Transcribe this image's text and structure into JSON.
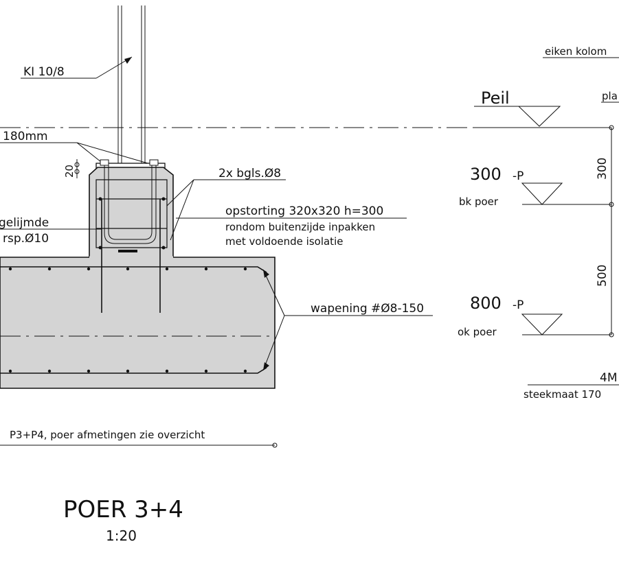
{
  "labels": {
    "anchor_bolt": "KI 10/8",
    "dim_180": "180mm",
    "dim_20": "20",
    "glued": "gelijmde",
    "glued_sp": "rsp.Ø10",
    "stirrups": "2x bgls.Ø8",
    "pour_1": "opstorting 320x320 h=300",
    "pour_2": "rondom buitenzijde inpakken",
    "pour_3": "met voldoende isolatie",
    "reinforcement": "wapening #Ø8-150",
    "note": "P3+P4, poer afmetingen zie overzicht",
    "oak_column": "eiken kolom",
    "pla": "pla"
  },
  "levels": {
    "peil": "Peil",
    "level_300": "300",
    "level_800": "800",
    "suffix": "-P",
    "bk": "bk poer",
    "ok": "ok poer",
    "dim_300": "300",
    "dim_500": "500"
  },
  "grid": {
    "mark": "4M",
    "pitch": "steekmaat 170"
  },
  "title": {
    "name": "POER 3+4",
    "scale": "1:20"
  }
}
